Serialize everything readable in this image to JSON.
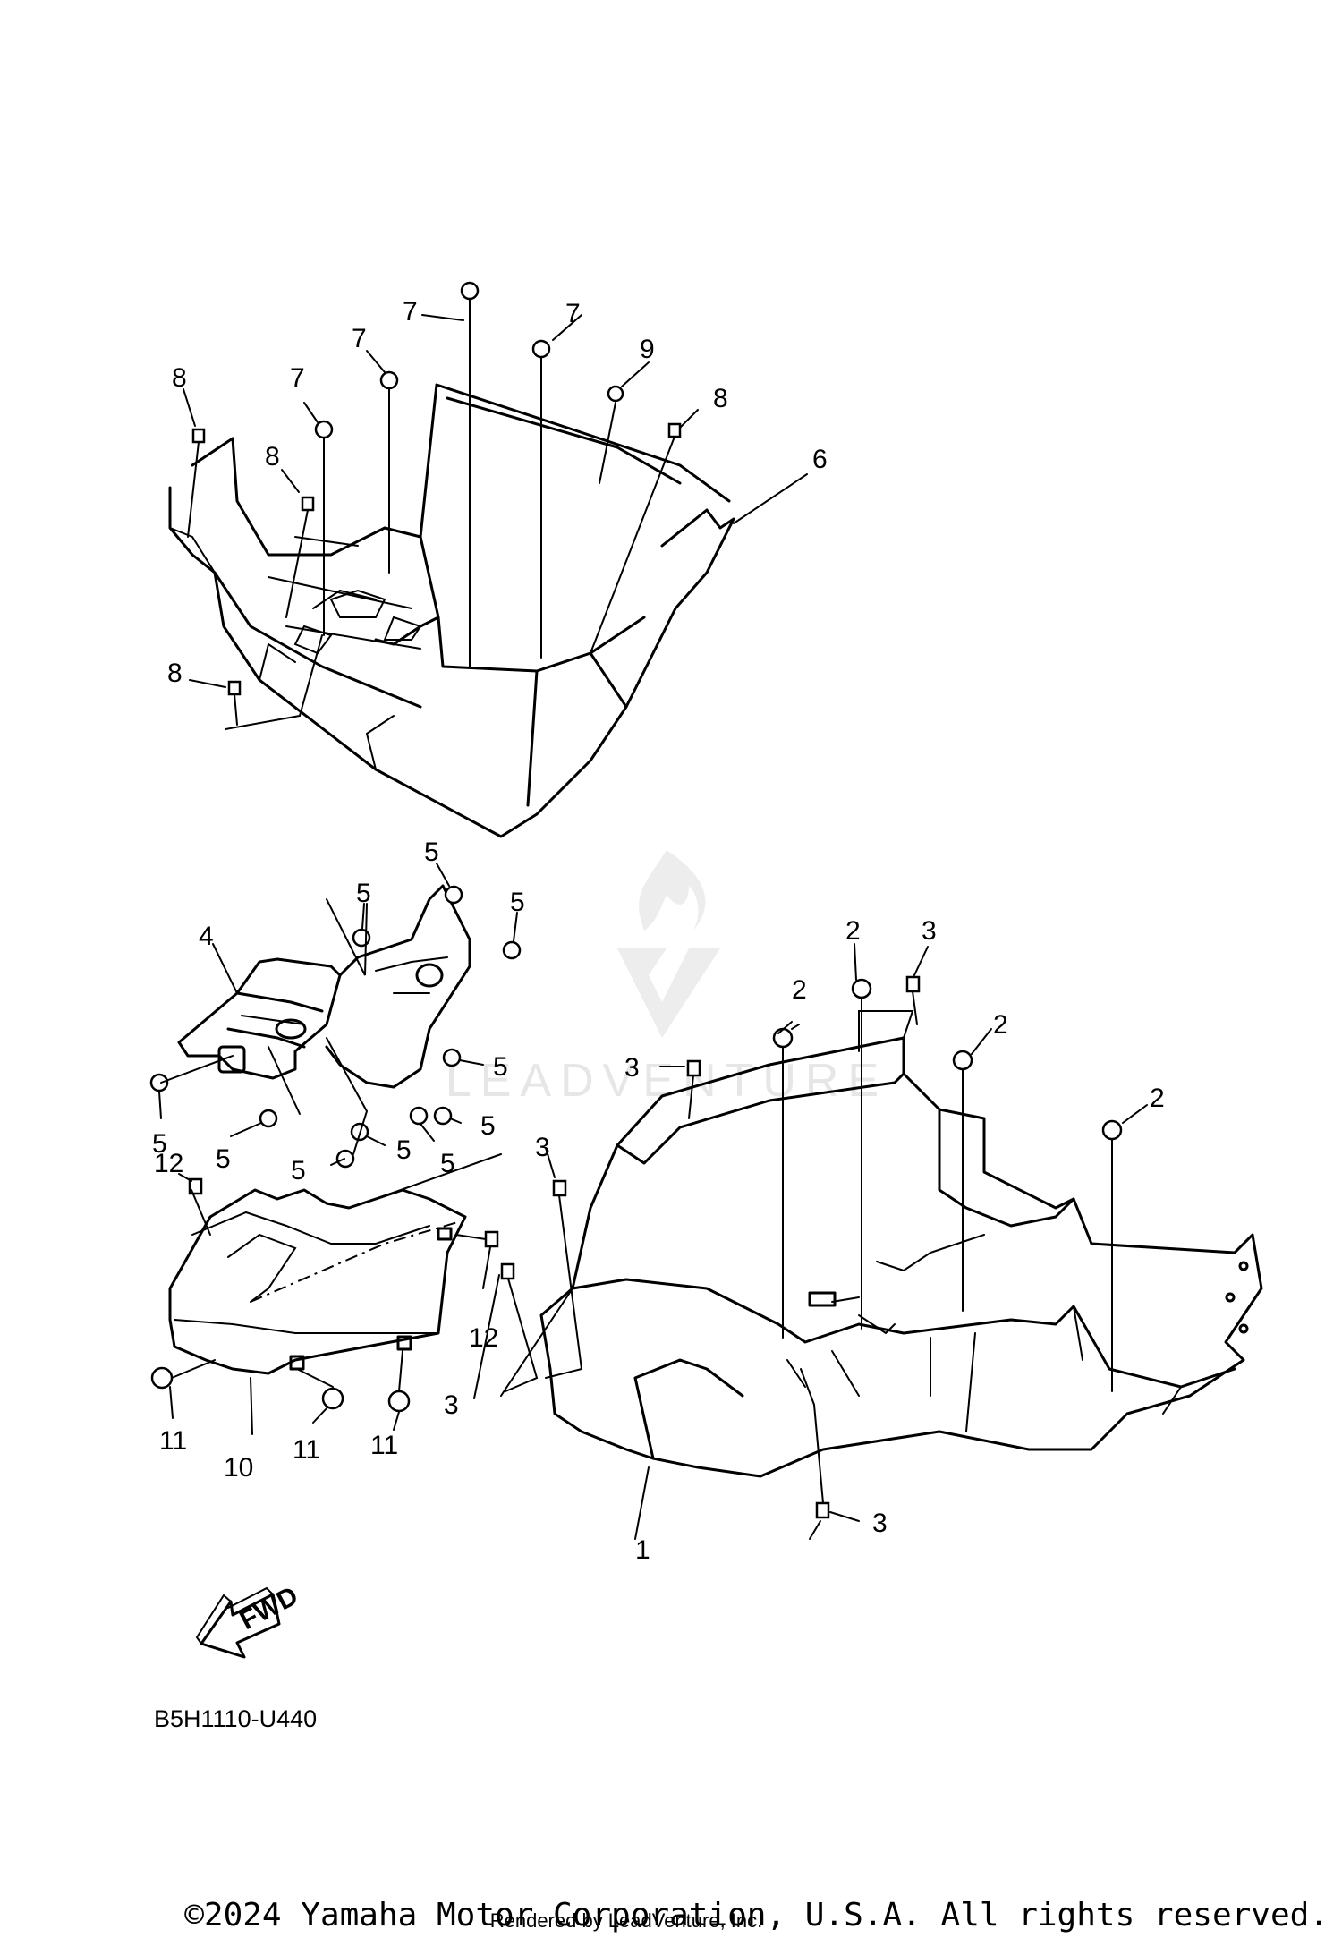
{
  "callouts": [
    {
      "id": "c1",
      "text": "1"
    },
    {
      "id": "c2a",
      "text": "2"
    },
    {
      "id": "c2b",
      "text": "2"
    },
    {
      "id": "c2c",
      "text": "2"
    },
    {
      "id": "c2d",
      "text": "2"
    },
    {
      "id": "c3a",
      "text": "3"
    },
    {
      "id": "c3b",
      "text": "3"
    },
    {
      "id": "c3c",
      "text": "3"
    },
    {
      "id": "c3d",
      "text": "3"
    },
    {
      "id": "c3e",
      "text": "3"
    },
    {
      "id": "c4",
      "text": "4"
    },
    {
      "id": "c5a",
      "text": "5"
    },
    {
      "id": "c5b",
      "text": "5"
    },
    {
      "id": "c5c",
      "text": "5"
    },
    {
      "id": "c5d",
      "text": "5"
    },
    {
      "id": "c5e",
      "text": "5"
    },
    {
      "id": "c5f",
      "text": "5"
    },
    {
      "id": "c5g",
      "text": "5"
    },
    {
      "id": "c5h",
      "text": "5"
    },
    {
      "id": "c5i",
      "text": "5"
    },
    {
      "id": "c5j",
      "text": "5"
    },
    {
      "id": "c6",
      "text": "6"
    },
    {
      "id": "c7a",
      "text": "7"
    },
    {
      "id": "c7b",
      "text": "7"
    },
    {
      "id": "c7c",
      "text": "7"
    },
    {
      "id": "c7d",
      "text": "7"
    },
    {
      "id": "c8a",
      "text": "8"
    },
    {
      "id": "c8b",
      "text": "8"
    },
    {
      "id": "c8c",
      "text": "8"
    },
    {
      "id": "c8d",
      "text": "8"
    },
    {
      "id": "c9",
      "text": "9"
    },
    {
      "id": "c10",
      "text": "10"
    },
    {
      "id": "c11a",
      "text": "11"
    },
    {
      "id": "c11b",
      "text": "11"
    },
    {
      "id": "c11c",
      "text": "11"
    },
    {
      "id": "c12a",
      "text": "12"
    },
    {
      "id": "c12b",
      "text": "12"
    }
  ],
  "fwd_label": "FWD",
  "diagram_code": "B5H1110-U440",
  "copyright": "©2024 Yamaha Motor Corporation, U.S.A. All rights reserved.",
  "rendered_by": "Rendered by LeadVenture, Inc.",
  "watermark": "LEADVENTURE",
  "icons": {
    "fwd_arrow": "fwd-arrow-icon",
    "watermark_logo": "leadventure-logo-icon"
  }
}
